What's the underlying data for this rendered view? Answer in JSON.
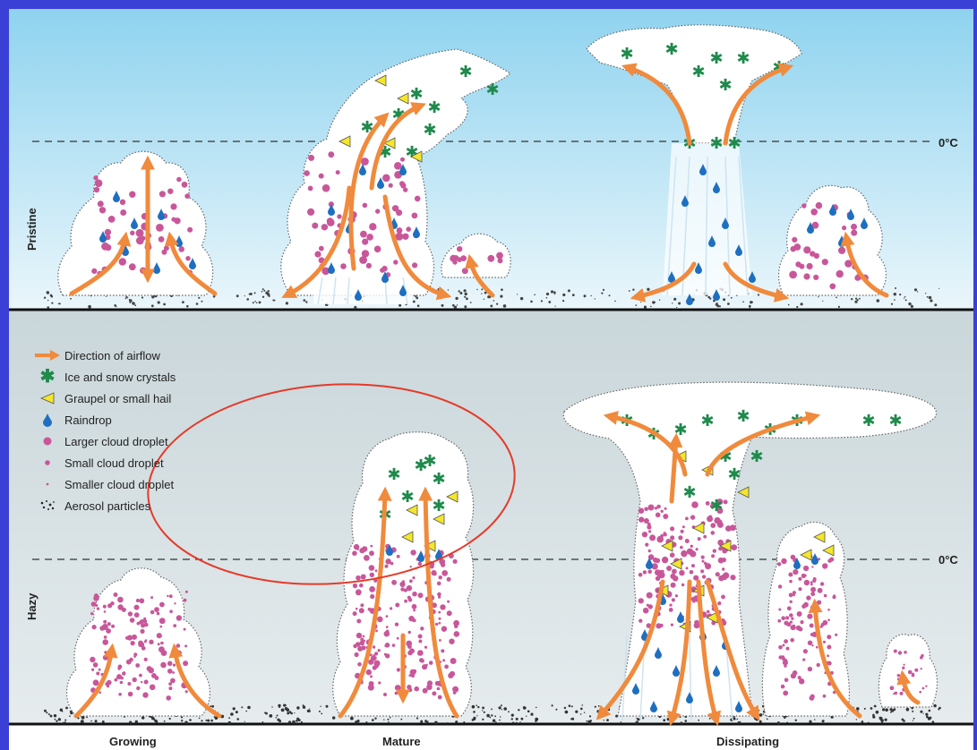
{
  "labels": {
    "panel_top": "Pristine",
    "panel_bottom": "Hazy",
    "freezing_level": "0°C",
    "stages": [
      "Growing",
      "Mature",
      "Dissipating"
    ]
  },
  "legend": [
    {
      "label": "Direction of airflow",
      "icon": "orange-arrow"
    },
    {
      "label": "Ice and snow crystals",
      "icon": "green-asterisk"
    },
    {
      "label": "Graupel or small hail",
      "icon": "yellow-triangle"
    },
    {
      "label": "Raindrop",
      "icon": "blue-drop"
    },
    {
      "label": "Larger cloud droplet",
      "icon": "large-pink-dot"
    },
    {
      "label": "Small cloud droplet",
      "icon": "small-pink-dot"
    },
    {
      "label": "Smaller cloud droplet",
      "icon": "tiny-pink-dot"
    },
    {
      "label": "Aerosol particles",
      "icon": "black-speckles"
    }
  ],
  "colors": {
    "frame": "#3a3fd6",
    "sky_top": "#8fd3ef",
    "sky_bottom": "#cbd8dc",
    "airflow": "#f08a3c",
    "ice": "#1f8a4c",
    "graupel": "#f4e62a",
    "raindrop": "#1e6fc0",
    "droplet": "#c8579a",
    "highlight_circle": "#e53a2a"
  }
}
